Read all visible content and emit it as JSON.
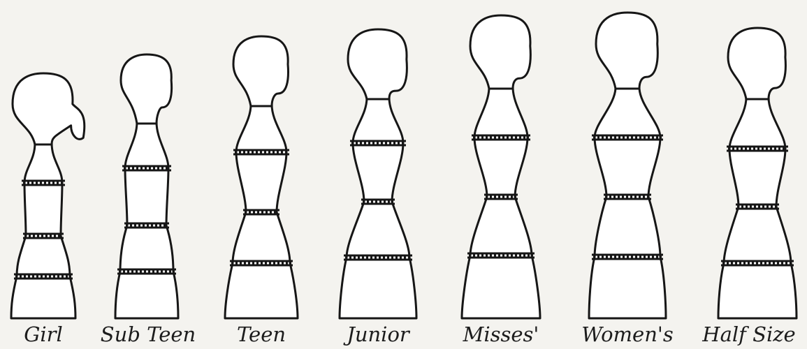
{
  "figures": [
    {
      "label": "Girl"
    },
    {
      "label": "Sub Teen"
    },
    {
      "label": "Teen"
    },
    {
      "label": "Junior"
    },
    {
      "label": "Misses'"
    },
    {
      "label": "Women's"
    },
    {
      "label": "Half Size"
    }
  ],
  "colors": {
    "background": "#f4f3ef",
    "ink": "#161616",
    "fill": "#ffffff"
  }
}
